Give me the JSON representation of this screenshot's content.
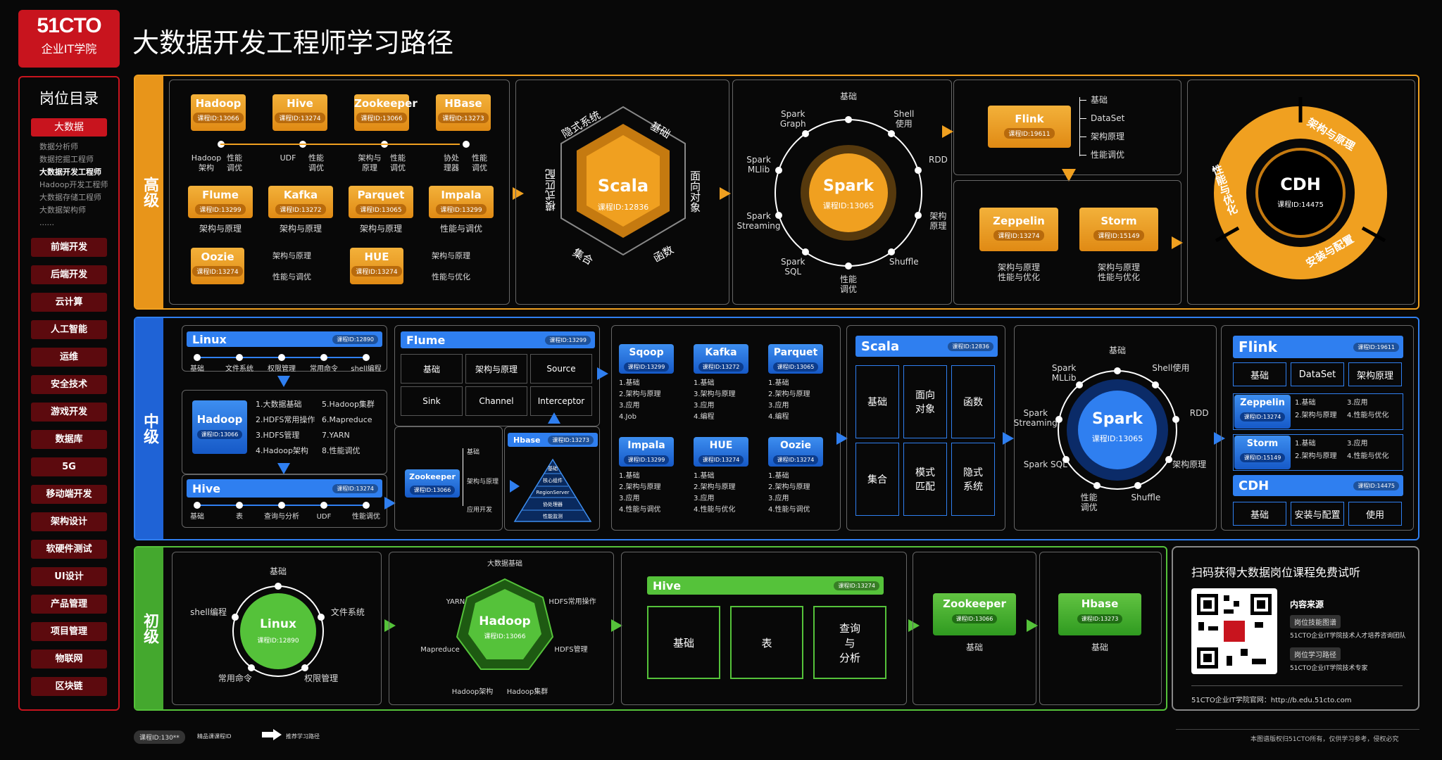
{
  "logo": {
    "line1": "51CTO",
    "line2": "企业IT学院"
  },
  "title": "大数据开发工程师学习路径",
  "sidebar": {
    "title": "岗位目录",
    "active": "大数据",
    "sub": [
      "数据分析师",
      "数据挖掘工程师",
      "大数据开发工程师",
      "Hadoop开发工程师",
      "大数据存储工程师",
      "大数据架构师",
      "......"
    ],
    "items": [
      "前端开发",
      "后端开发",
      "云计算",
      "人工智能",
      "运维",
      "安全技术",
      "游戏开发",
      "数据库",
      "5G",
      "移动端开发",
      "架构设计",
      "软硬件测试",
      "UI设计",
      "产品管理",
      "项目管理",
      "物联网",
      "区块链"
    ]
  },
  "levels": {
    "high": "高级",
    "mid": "中级",
    "low": "初级"
  },
  "high": {
    "courses": [
      {
        "name": "Hadoop",
        "id": "课程ID:13066"
      },
      {
        "name": "Hive",
        "id": "课程ID:13274"
      },
      {
        "name": "Zookeeper",
        "id": "课程ID:13066"
      },
      {
        "name": "HBase",
        "id": "课程ID:13273"
      }
    ],
    "timeline": [
      "Hadoop\n架构",
      "性能\n调优",
      "UDF",
      "性能\n调优",
      "架构与\n原理",
      "性能\n调优",
      "协处\n理器",
      "性能\n调优"
    ],
    "row2": [
      {
        "name": "Flume",
        "id": "课程ID:13299",
        "sub": "架构与原理"
      },
      {
        "name": "Kafka",
        "id": "课程ID:13272",
        "sub": "架构与原理"
      },
      {
        "name": "Parquet",
        "id": "课程ID:13065",
        "sub": "架构与原理"
      },
      {
        "name": "Impala",
        "id": "课程ID:13299",
        "sub": "性能与调优"
      }
    ],
    "oozie": {
      "name": "Oozie",
      "id": "课程ID:13274",
      "t1": "架构与原理",
      "t2": "性能与调优"
    },
    "hue": {
      "name": "HUE",
      "id": "课程ID:13274",
      "t1": "架构与原理",
      "t2": "性能与优化"
    },
    "scala": {
      "name": "Scala",
      "id": "课程ID:12836",
      "sides": [
        "基础",
        "面向对象",
        "函数",
        "集合",
        "模式匹配",
        "隐式系统"
      ]
    },
    "spark": {
      "name": "Spark",
      "id": "课程ID:13065",
      "nodes": [
        "基础",
        "Shell\n使用",
        "RDD",
        "架构\n原理",
        "Shuffle",
        "性能\n调优",
        "Spark\nSQL",
        "Spark\nStreaming",
        "Spark\nMLlib",
        "Spark\nGraph"
      ]
    },
    "flink": {
      "name": "Flink",
      "id": "课程ID:19611",
      "items": [
        "基础",
        "DataSet",
        "架构原理",
        "性能调优"
      ]
    },
    "zeppelin": {
      "name": "Zeppelin",
      "id": "课程ID:13274",
      "sub": "架构与原理\n性能与优化"
    },
    "storm": {
      "name": "Storm",
      "id": "课程ID:15149",
      "sub": "架构与原理\n性能与优化"
    },
    "cdh": {
      "name": "CDH",
      "id": "课程ID:14475",
      "segs": [
        "架构与原理",
        "性能与优化",
        "安装与配置"
      ]
    }
  },
  "mid": {
    "linux": {
      "name": "Linux",
      "id": "课程ID:12890",
      "items": [
        "基础",
        "文件系统",
        "权限管理",
        "常用命令",
        "shell编程"
      ]
    },
    "hadoop": {
      "name": "Hadoop",
      "id": "课程ID:13066",
      "items": [
        "1.大数据基础",
        "5.Hadoop集群",
        "2.HDFS常用操作",
        "6.Mapreduce",
        "3.HDFS管理",
        "7.YARN",
        "4.Hadoop架构",
        "8.性能调优"
      ]
    },
    "hive": {
      "name": "Hive",
      "id": "课程ID:13274",
      "items": [
        "基础",
        "表",
        "查询与分析",
        "UDF",
        "性能调优"
      ]
    },
    "flume": {
      "name": "Flume",
      "id": "课程ID:13299",
      "cells": [
        "基础",
        "架构与原理",
        "Source",
        "Sink",
        "Channel",
        "Interceptor"
      ]
    },
    "zookeeper": {
      "name": "Zookeeper",
      "id": "课程ID:13066",
      "items": [
        "基础",
        "架构与原理",
        "应用开发"
      ]
    },
    "hbase": {
      "name": "Hbase",
      "id": "课程ID:13273",
      "levels": [
        "基础",
        "核心组件",
        "RegionServer",
        "协处理器",
        "性能监测"
      ]
    },
    "grid": [
      {
        "name": "Sqoop",
        "id": "课程ID:13299",
        "items": [
          "1.基础",
          "2.架构与原理",
          "3.应用",
          "4.Job"
        ]
      },
      {
        "name": "Kafka",
        "id": "课程ID:13272",
        "items": [
          "1.基础",
          "3.架构与原理",
          "3.应用",
          "4.编程"
        ]
      },
      {
        "name": "Parquet",
        "id": "课程ID:13065",
        "items": [
          "1.基础",
          "2.架构与原理",
          "3.应用",
          "4.编程"
        ]
      },
      {
        "name": "Impala",
        "id": "课程ID:13299",
        "items": [
          "1.基础",
          "2.架构与原理",
          "3.应用",
          "4.性能与调优"
        ]
      },
      {
        "name": "HUE",
        "id": "课程ID:13274",
        "items": [
          "1.基础",
          "2.架构与原理",
          "3.应用",
          "4.性能与优化"
        ]
      },
      {
        "name": "Oozie",
        "id": "课程ID:13274",
        "items": [
          "1.基础",
          "2.架构与原理",
          "3.应用",
          "4.性能与调优"
        ]
      }
    ],
    "scala": {
      "name": "Scala",
      "id": "课程ID:12836",
      "cells": [
        "基础",
        "面向\n对象",
        "函数",
        "集合",
        "模式\n匹配",
        "隐式\n系统"
      ]
    },
    "spark": {
      "name": "Spark",
      "id": "课程ID:13065",
      "nodes": [
        "基础",
        "Shell使用",
        "RDD",
        "架构原理",
        "Shuffle",
        "性能\n调优",
        "Spark SQL",
        "Spark\nStreaming",
        "Spark\nMLLib"
      ]
    },
    "flink": {
      "name": "Flink",
      "id": "课程ID:19611",
      "cells": [
        "基础",
        "DataSet",
        "架构原理"
      ]
    },
    "zeppelin": {
      "name": "Zeppelin",
      "id": "课程ID:13274",
      "items": [
        "1.基础",
        "3.应用",
        "2.架构与原理",
        "4.性能与优化"
      ]
    },
    "storm": {
      "name": "Storm",
      "id": "课程ID:15149",
      "items": [
        "1.基础",
        "3.应用",
        "2.架构与原理",
        "4.性能与优化"
      ]
    },
    "cdh": {
      "name": "CDH",
      "id": "课程ID:14475",
      "cells": [
        "基础",
        "安装与配置",
        "使用"
      ]
    }
  },
  "low": {
    "linux": {
      "name": "Linux",
      "id": "课程ID:12890",
      "nodes": [
        "基础",
        "文件系统",
        "权限管理",
        "常用命令",
        "shell编程"
      ]
    },
    "hadoop": {
      "name": "Hadoop",
      "id": "课程ID:13066",
      "nodes": [
        "大数据基础",
        "HDFS常用操作",
        "HDFS管理",
        "Hadoop集群",
        "Hadoop架构",
        "Mapreduce",
        "YARN"
      ]
    },
    "hive": {
      "name": "Hive",
      "id": "课程ID:13274",
      "cells": [
        "基础",
        "表",
        "查询\n与\n分析"
      ]
    },
    "zookeeper": {
      "name": "Zookeeper",
      "id": "课程ID:13066",
      "sub": "基础"
    },
    "hbase": {
      "name": "Hbase",
      "id": "课程ID:13273",
      "sub": "基础"
    }
  },
  "qr": {
    "title": "扫码获得大数据岗位课程免费试听",
    "src_title": "内容来源",
    "tag1": "岗位技能图谱",
    "t1": "51CTO企业IT学院技术人才培养咨询团队",
    "tag2": "岗位学习路径",
    "t2": "51CTO企业IT学院技术专家",
    "site": "51CTO企业IT学院官网：http://b.edu.51cto.com"
  },
  "legend": {
    "badge": "课程ID:130**",
    "badge_text": "精品课课程ID",
    "arrow_text": "推荐学习路径"
  },
  "copyright": "本图谱版权归51CTO所有，仅供学习参考，侵权必究",
  "colors": {
    "red": "#c8141e",
    "orange": "#f0a020",
    "blue": "#2f7ff0",
    "green": "#55c23a"
  }
}
